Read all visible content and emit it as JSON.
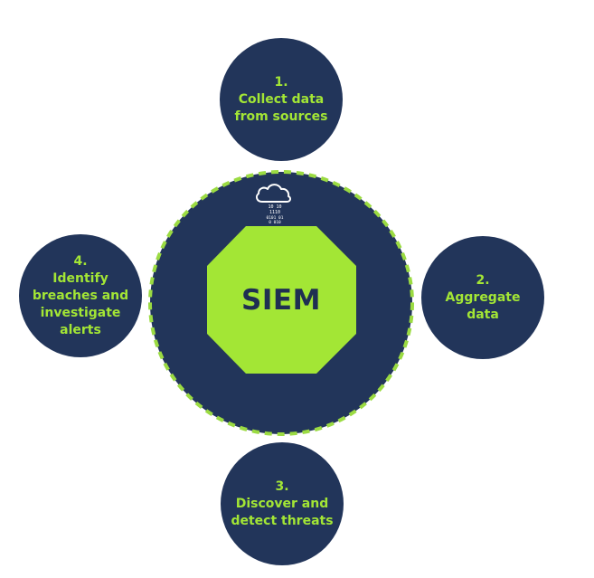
{
  "diagram": {
    "center": {
      "label": "SIEM"
    },
    "steps": [
      {
        "id": "1",
        "lines": [
          "1.",
          "Collect data",
          "from sources"
        ]
      },
      {
        "id": "2",
        "lines": [
          "2.",
          "Aggregate",
          "data"
        ]
      },
      {
        "id": "3",
        "lines": [
          "3.",
          "Discover and",
          "detect threats"
        ]
      },
      {
        "id": "4",
        "lines": [
          "4.",
          "Identify",
          "breaches and",
          "investigate",
          "alerts"
        ]
      }
    ],
    "icon": {
      "name": "cloud-data-icon",
      "binary_text": [
        "10  10",
        "1110",
        "0101  01",
        "0  010"
      ]
    },
    "colors": {
      "navy": "#22355a",
      "green": "#a3e635",
      "dash": "#9bdb42",
      "white": "#ffffff"
    }
  }
}
